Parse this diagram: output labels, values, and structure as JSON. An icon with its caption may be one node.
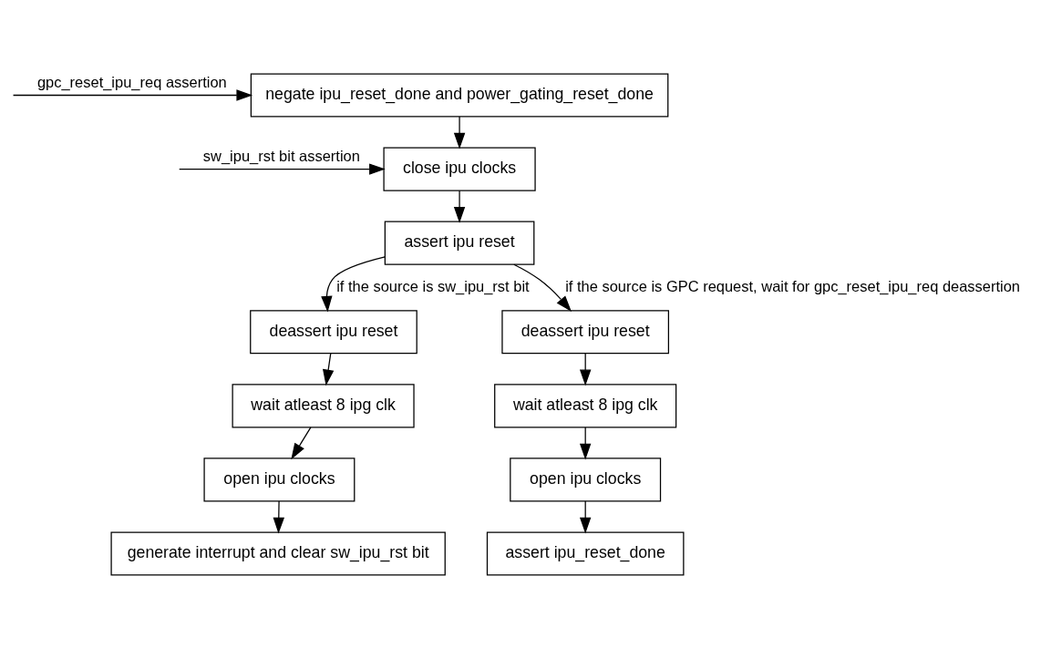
{
  "diagram": {
    "nodes": [
      {
        "text": [
          "negate ipu_reset_done and power_gating_reset_done"
        ]
      },
      {
        "text": [
          "close ipu clocks"
        ]
      },
      {
        "text": [
          "assert ipu reset"
        ]
      },
      {
        "text": [
          "deassert ipu reset"
        ]
      },
      {
        "text": [
          "wait atleast 8 ipg clk"
        ]
      },
      {
        "text": [
          "open ipu clocks"
        ]
      },
      {
        "text": [
          "generate interrupt and clear sw_ipu_rst bit"
        ]
      },
      {
        "text": [
          "deassert ipu reset"
        ]
      },
      {
        "text": [
          "wait atleast 8 ipg clk"
        ]
      },
      {
        "text": [
          "open ipu clocks"
        ]
      },
      {
        "text": [
          "assert ipu_reset_done"
        ]
      }
    ],
    "edges": [
      {
        "from": null,
        "to": 0,
        "arrow": "to",
        "label": "gpc_reset_ipu_req assertion"
      },
      {
        "from": null,
        "to": 1,
        "arrow": "to",
        "label": "sw_ipu_rst bit assertion"
      },
      {
        "from": 0,
        "to": 1,
        "arrow": "to"
      },
      {
        "from": 1,
        "to": 2,
        "arrow": "to"
      },
      {
        "from": 2,
        "to": 3,
        "arrow": "to",
        "label": "if the source is sw_ipu_rst bit"
      },
      {
        "from": 2,
        "to": 7,
        "arrow": "to",
        "label": "if the source is GPC request, wait for gpc_reset_ipu_req deassertion"
      },
      {
        "from": 3,
        "to": 4,
        "arrow": "to"
      },
      {
        "from": 4,
        "to": 5,
        "arrow": "to"
      },
      {
        "from": 5,
        "to": 6,
        "arrow": "to"
      },
      {
        "from": 7,
        "to": 8,
        "arrow": "to"
      },
      {
        "from": 8,
        "to": 9,
        "arrow": "to"
      },
      {
        "from": 9,
        "to": 10,
        "arrow": "to"
      }
    ]
  }
}
